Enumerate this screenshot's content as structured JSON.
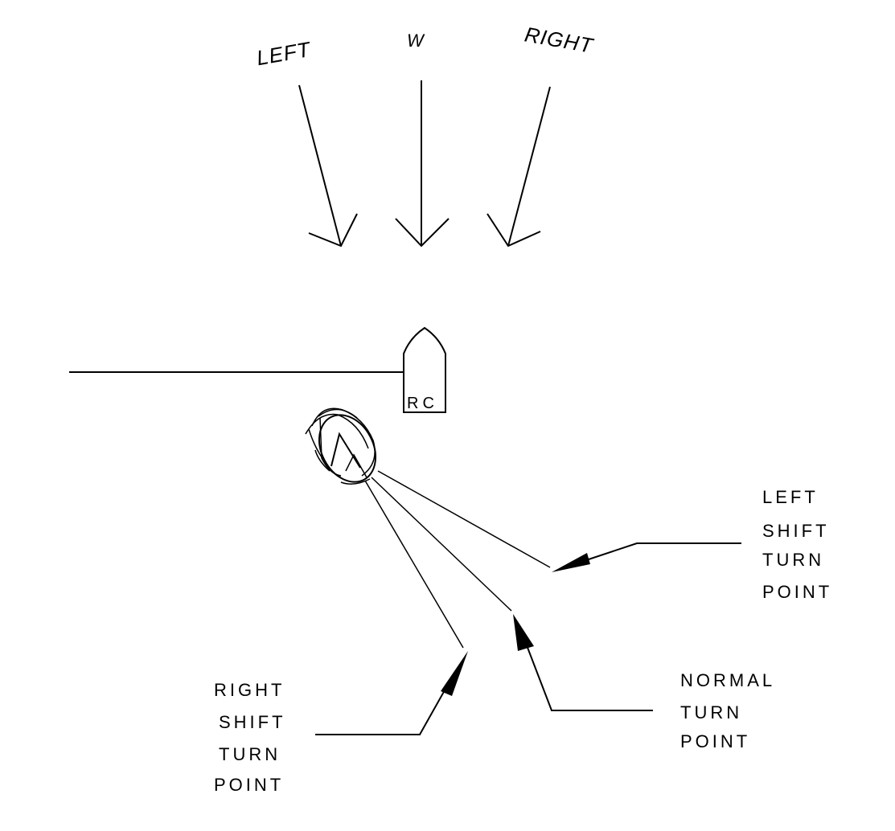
{
  "wind": {
    "left": "LEFT",
    "center": "W",
    "right": "RIGHT"
  },
  "committee_boat": {
    "label": "RC"
  },
  "callouts": {
    "left_shift": [
      "LEFT",
      "SHIFT",
      "TURN",
      "POINT"
    ],
    "normal": [
      "NORMAL",
      "TURN",
      "POINT"
    ],
    "right_shift": [
      "RIGHT",
      "SHIFT",
      "TURN",
      "POINT"
    ]
  },
  "colors": {
    "ink": "#000000",
    "background": "#ffffff"
  }
}
